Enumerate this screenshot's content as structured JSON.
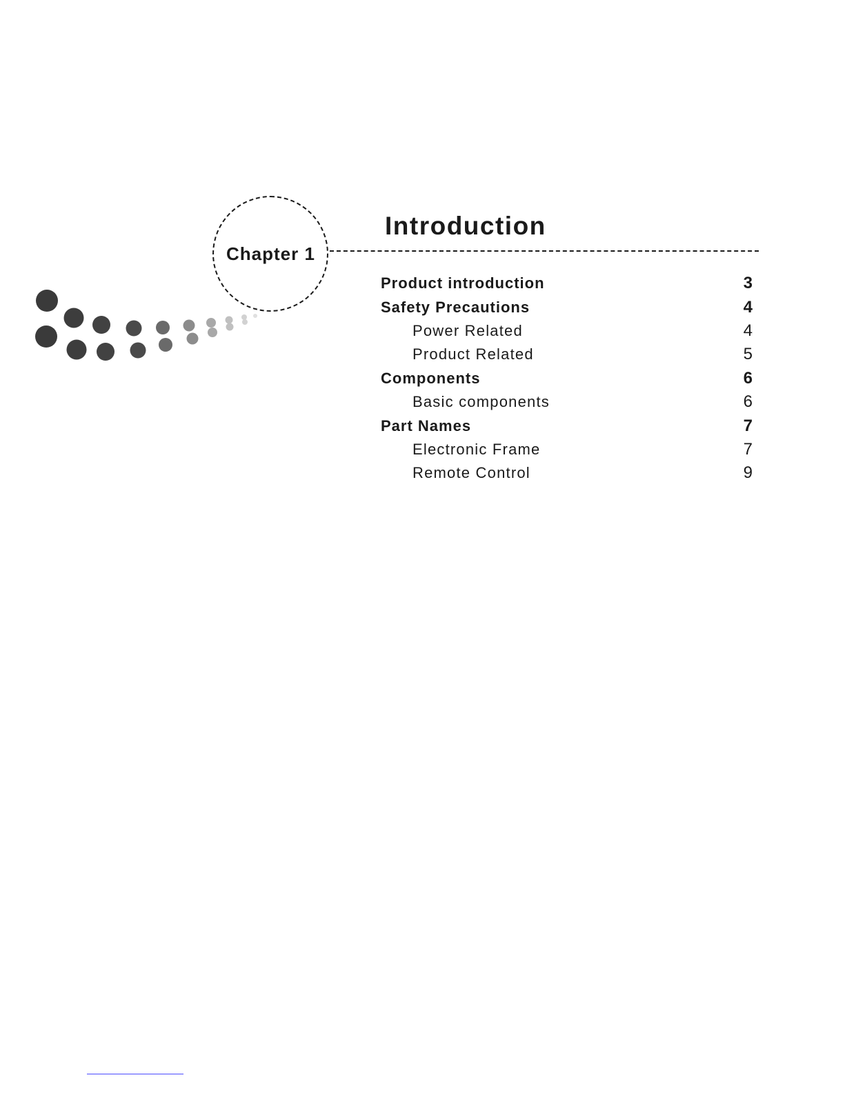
{
  "chapter": {
    "label": "Chapter 1",
    "title": "Introduction"
  },
  "toc": [
    {
      "label": "Product introduction",
      "page": "3",
      "level": "main"
    },
    {
      "label": "Safety Precautions",
      "page": "4",
      "level": "main"
    },
    {
      "label": "Power Related",
      "page": "4",
      "level": "sub"
    },
    {
      "label": "Product Related",
      "page": "5",
      "level": "sub"
    },
    {
      "label": "Components",
      "page": "6",
      "level": "main"
    },
    {
      "label": "Basic components",
      "page": "6",
      "level": "sub"
    },
    {
      "label": "Part Names",
      "page": "7",
      "level": "main"
    },
    {
      "label": "Electronic Frame",
      "page": "7",
      "level": "sub"
    },
    {
      "label": "Remote Control",
      "page": "9",
      "level": "sub"
    }
  ],
  "colors": {
    "text": "#1a1a1a",
    "dot_dark": "#3a3a3a",
    "dot_light": "#e0e0e0"
  }
}
